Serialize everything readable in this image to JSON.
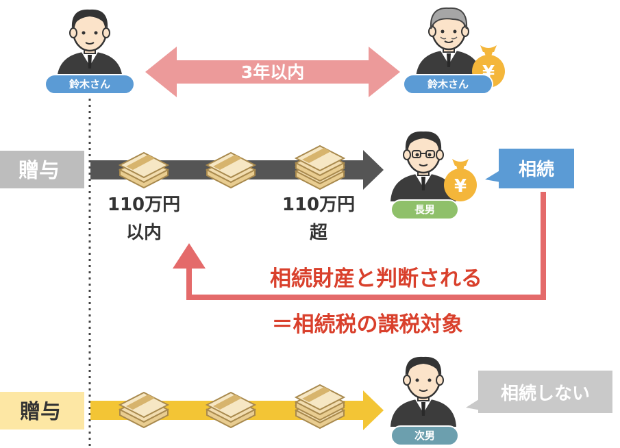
{
  "persons": {
    "father_young": "鈴木さん",
    "father_old": "鈴木さん",
    "eldest_son": "長男",
    "second_son": "次男"
  },
  "period_label": "3年以内",
  "gift_label_1": "贈与",
  "gift_label_2": "贈与",
  "amount_within": {
    "line1": "110万円",
    "line2": "以内"
  },
  "amount_over": {
    "line1": "110万円",
    "line2": "超"
  },
  "inherit_bubble": "相続",
  "no_inherit_bubble": "相続しない",
  "judgement_text": "相続財産と判断される",
  "taxable_text": "＝相続税の課税対象",
  "yen_symbol": "¥",
  "colors": {
    "pink_arrow": "#ec9a9a",
    "dark_arrow": "#555555",
    "yellow_arrow": "#f3c535",
    "gray_label": "#bdbdbd",
    "yellow_label": "#fde7a4",
    "red_text": "#d9402c",
    "blue_badge": "#5b9bd5",
    "green_badge": "#8fc06a",
    "teal_badge": "#6c9fae",
    "money_bag": "#f4b63a"
  }
}
